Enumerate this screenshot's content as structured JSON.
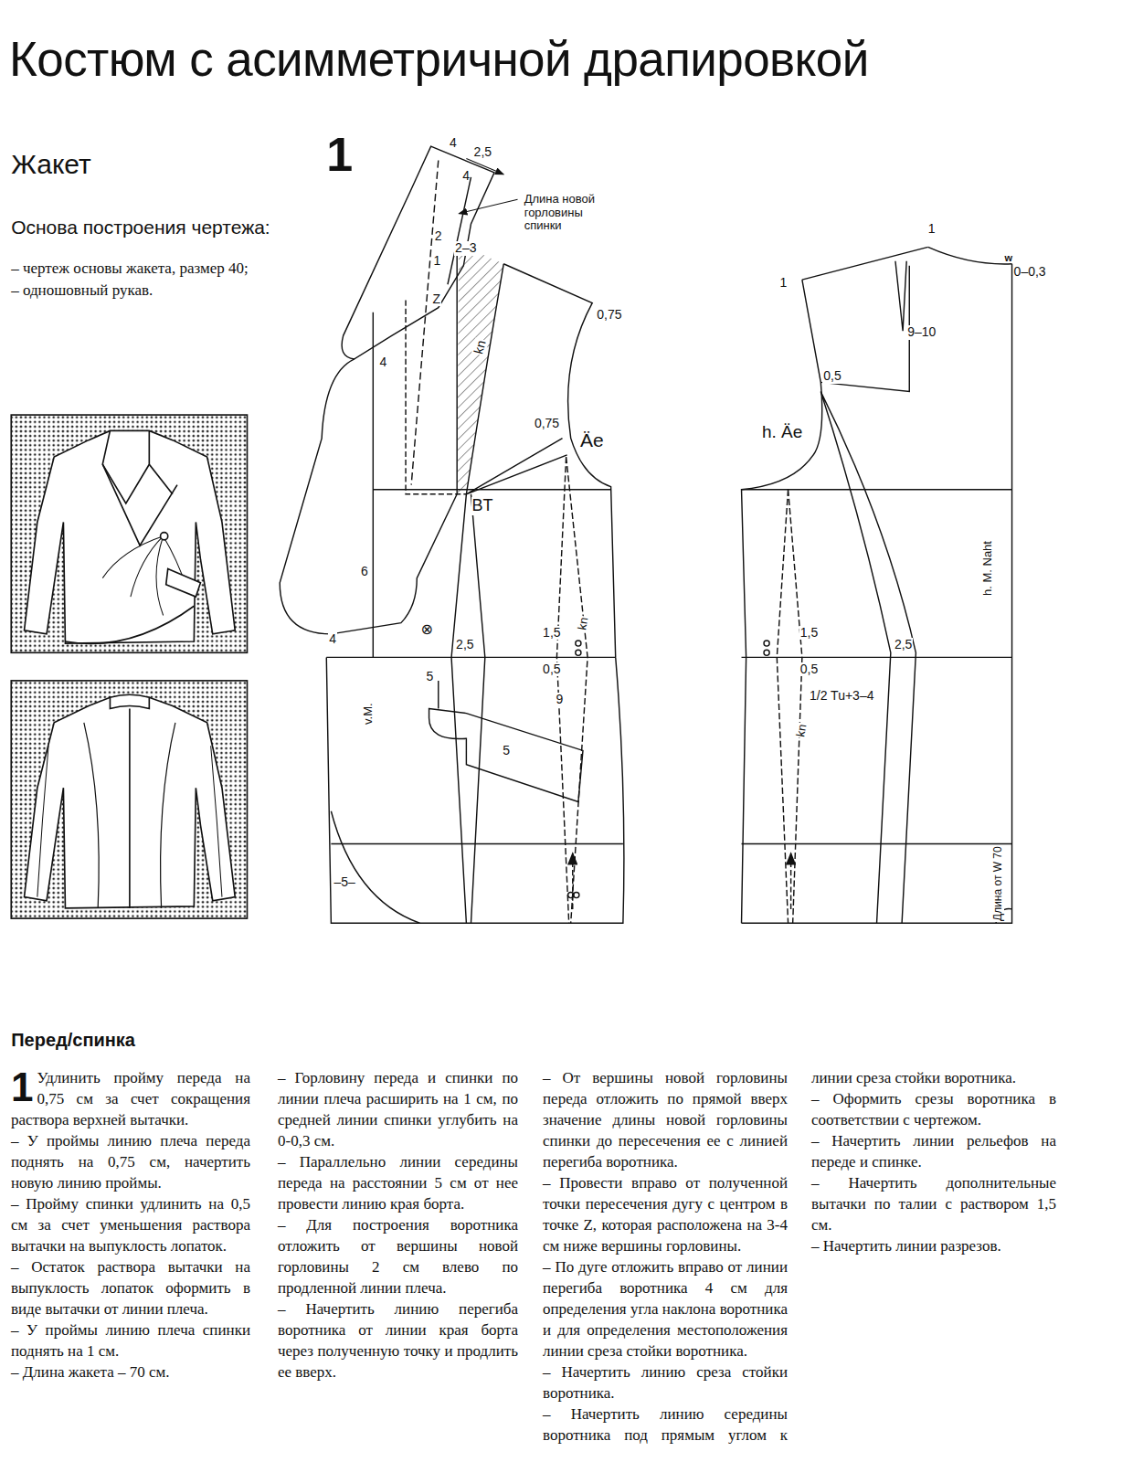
{
  "diagram": {
    "title": "Костюм с асимметричной драпировкой",
    "labels": [
      "Жакет",
      "Основа построения чертежа:",
      "– чертеж основы жакета, размер 40;",
      "– одношовный рукав.",
      "1",
      "4",
      "2,5",
      "4",
      "Длина новой горловины спинки",
      "2",
      "2–3",
      "1",
      "Z",
      "kn",
      "0,75",
      "0,75",
      "Äe",
      "4",
      "BT",
      "6",
      "⊗",
      "4",
      "2,5",
      "5",
      "v.M.",
      "1,5",
      "kn",
      "0,5",
      "9",
      "5",
      "–5–",
      "1",
      "1",
      "w",
      "0–0,3",
      "9–10",
      "0,5",
      "h. Äe",
      "h. M. Naht",
      "1,5",
      "0,5",
      "2,5",
      "1/2 Tu+3–4",
      "kn",
      "Длина от W 70",
      "Перед/спинка",
      "1",
      "Удлинить пройму переда на 0,75 см за счет сокращения раствора верхней вытачки.",
      "– У проймы линию плеча переда поднять на 0,75 см, начертить новую линию проймы.",
      "– Пройму спинки удлинить на 0,5 см за счет уменьшения раствора вытачки на выпуклость лопаток.",
      "– Остаток раствора вытачки на выпуклость лопаток оформить в виде вытачки от линии плеча.",
      "– У проймы линию плеча спинки поднять на 1 см.",
      "– Длина жакета – 70 см.",
      "– Горловину переда и спинки по линии плеча расширить на 1 см, по средней линии спинки углубить на 0-0,3 см.",
      "– Параллельно линии середины переда на расстоянии 5 см от нее провести линию края борта.",
      "– Для построения воротника отложить от вершины новой горловины 2 см влево по продленной линии плеча.",
      "– Начертить линию перегиба воротника от линии края борта через полученную точку и продлить ее вверх.",
      "– От вершины новой горловины переда отложить по прямой вверх значение длины новой горловины спинки до пересечения ее с линией перегиба воротника.",
      "– Провести вправо от полученной точки пересечения дугу с центром в точке Z, которая расположена на 3-4 см ниже вершины горловины.",
      "– По дуге отложить вправо от линии перегиба воротника 4 см для определения угла наклона воротника и для определения местоположения линии среза стойки воротника.",
      "– Начертить линию среза стойки воротника.",
      "– Начертить линию середины воротника под прямым углом к линии среза стойки воротника.",
      "– Оформить срезы воротника в соответствии с чертежом.",
      "– Начертить линии рельефов на переде и спинке.",
      "– Начертить дополнительные вытачки по талии с раствором 1,5 см.",
      "– Начертить линии разрезов."
    ]
  }
}
